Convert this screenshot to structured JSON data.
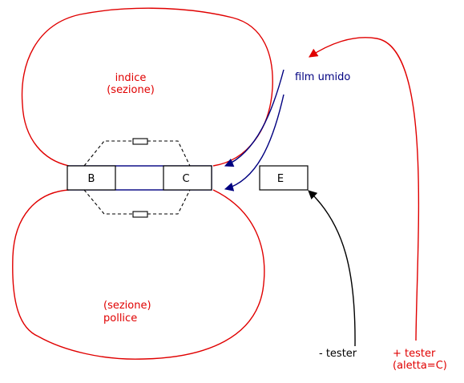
{
  "labels": {
    "indice_line1": "indice",
    "indice_line2": "(sezione)",
    "pollice_line1": "(sezione)",
    "pollice_line2": "pollice",
    "film": "film umido",
    "minus_tester": "- tester",
    "plus_tester_line1": "+ tester",
    "plus_tester_line2": "(aletta=C)"
  },
  "boxes": {
    "b": "B",
    "c": "C",
    "e": "E"
  },
  "colors": {
    "finger_outline": "#e00000",
    "film_arrow": "#000080",
    "minus_wire": "#000000",
    "plus_wire": "#e00000",
    "dashed_circuit": "#000000"
  }
}
